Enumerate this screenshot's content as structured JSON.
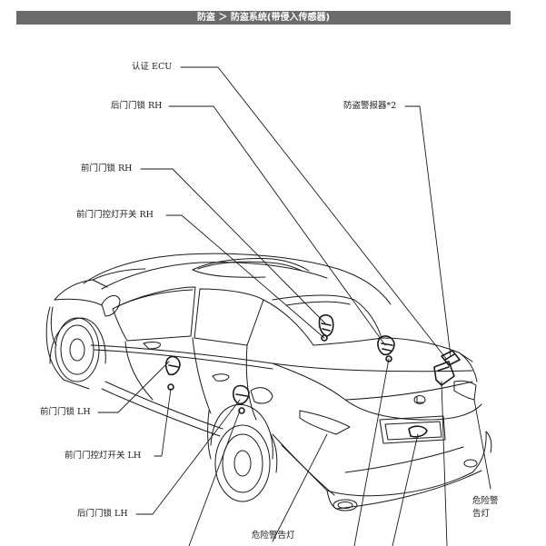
{
  "header": {
    "title": "防盗 ＞ 防盗系统(带侵入传感器)",
    "bar_color": "#6b6b6b"
  },
  "labels": {
    "auth_ecu": "认证 ECU",
    "rear_door_lock_rh": "后门门锁 RH",
    "theft_siren": "防盗警报器*2",
    "front_door_lock_rh": "前门门锁 RH",
    "front_door_courtesy_switch_rh": "前门门控灯开关 RH",
    "front_door_lock_lh": "前门门锁 LH",
    "front_door_courtesy_switch_lh": "前门门控灯开关 LH",
    "rear_door_lock_lh": "后门门锁 LH",
    "hazard_warning_light_left": "危险警告灯",
    "hazard_warning_light_right_line1": "危险警",
    "hazard_warning_light_right_line2": "告灯"
  }
}
